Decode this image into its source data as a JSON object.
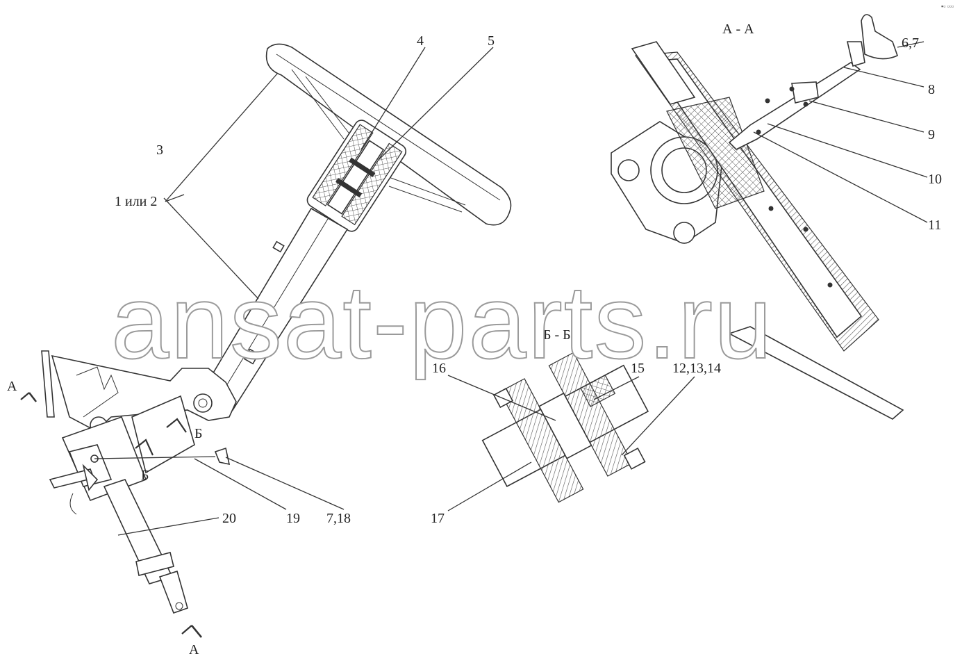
{
  "watermark": "ansat-parts.ru",
  "corner_mark": "▪▫ ▫▫▫",
  "sections": {
    "aa_title": "А - А",
    "bb_title": "Б - Б",
    "a_top": "А",
    "a_bottom": "А",
    "b_upper": "Б",
    "b_lower": "Б"
  },
  "callouts": {
    "c1": "1 или 2",
    "c3": "3",
    "c4": "4",
    "c5": "5",
    "c67": "6,7",
    "c8": "8",
    "c9": "9",
    "c10": "10",
    "c11": "11",
    "c121314": "12,13,14",
    "c15": "15",
    "c16": "16",
    "c17": "17",
    "c19": "19",
    "c718": "7,18",
    "c20": "20"
  }
}
